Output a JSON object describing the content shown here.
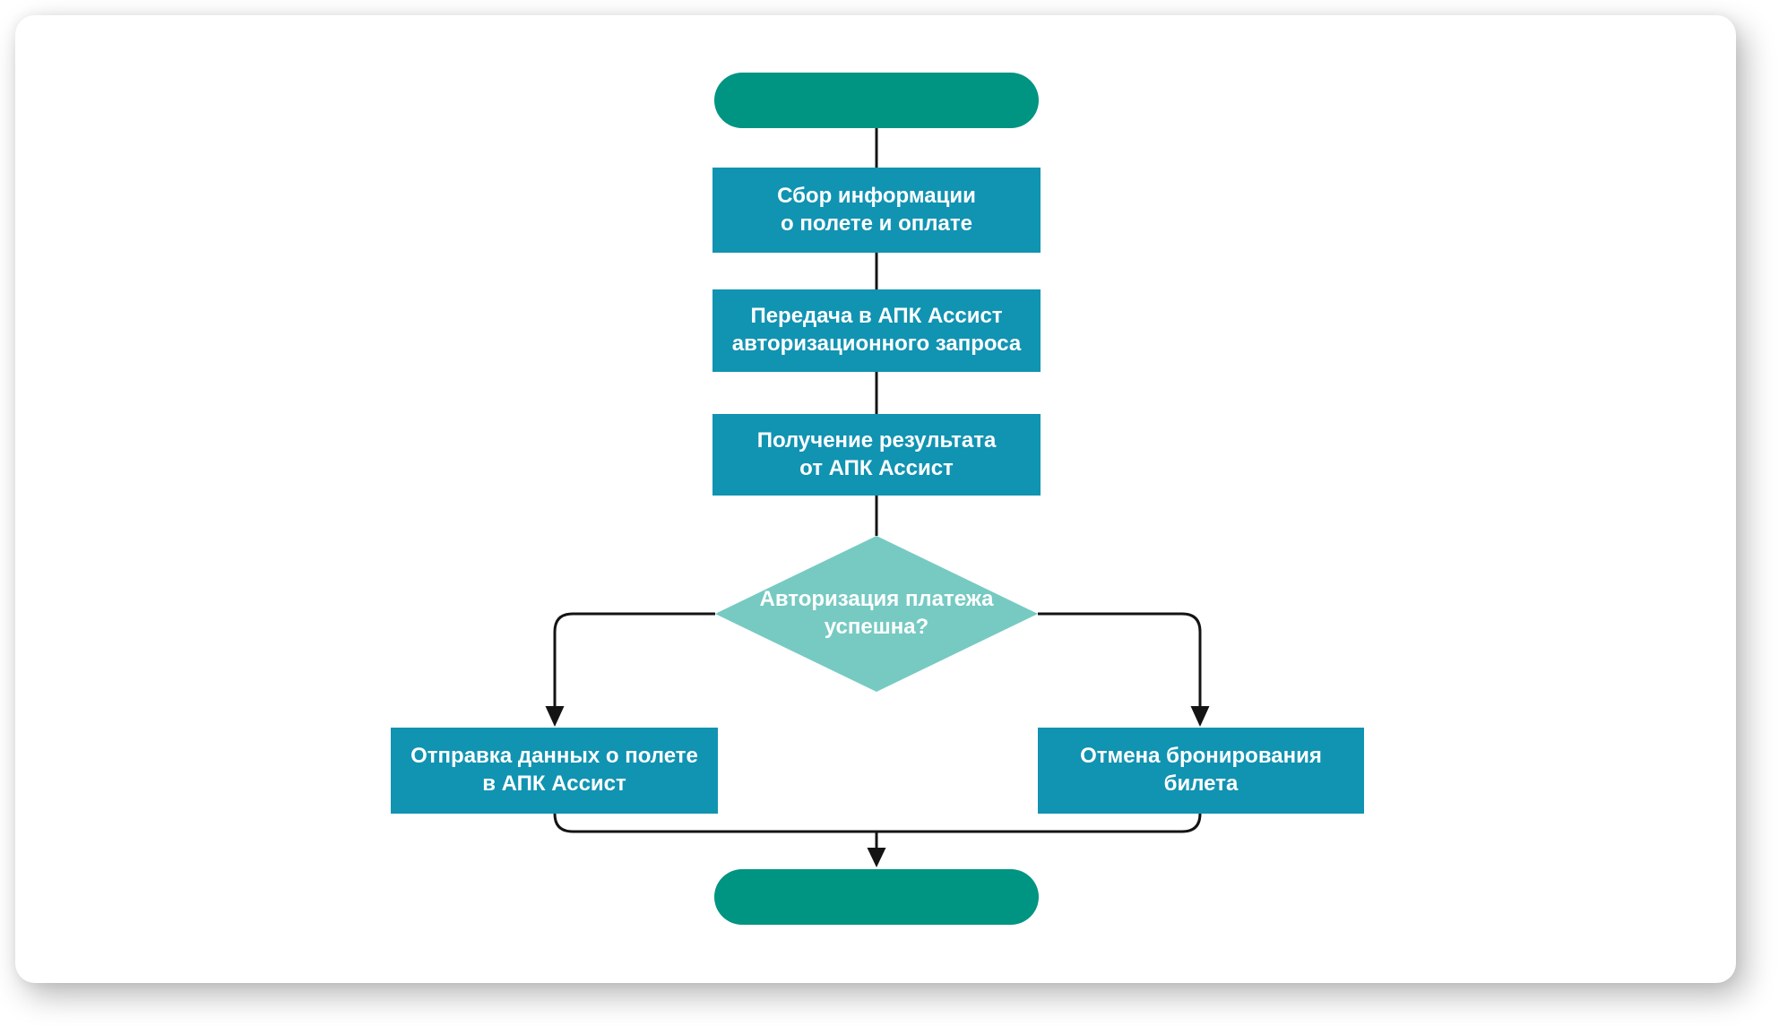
{
  "diagram": {
    "kind": "flowchart",
    "language": "ru",
    "colors": {
      "terminal_fill": "#009482",
      "process_fill": "#1193B2",
      "decision_fill": "#76CAC2",
      "connector": "#141414",
      "label_text": "#ffffff",
      "canvas": "#ffffff"
    },
    "nodes": [
      {
        "id": "start",
        "kind": "terminal",
        "label": ""
      },
      {
        "id": "collect-info",
        "kind": "process",
        "label": "Сбор информации\nо полете и оплате"
      },
      {
        "id": "send-auth-request",
        "kind": "process",
        "label": "Передача в АПК Ассист\nавторизационного запроса"
      },
      {
        "id": "receive-result",
        "kind": "process",
        "label": "Получение результата\nот АПК Ассист"
      },
      {
        "id": "auth-success",
        "kind": "decision",
        "label": "Авторизация платежа\nуспешна?"
      },
      {
        "id": "send-flight-data",
        "kind": "process",
        "label": "Отправка данных о полете\nв АПК Ассист"
      },
      {
        "id": "cancel-booking",
        "kind": "process",
        "label": "Отмена бронирования\nбилета"
      },
      {
        "id": "end",
        "kind": "terminal",
        "label": ""
      }
    ],
    "edges": [
      {
        "from": "start",
        "to": "collect-info",
        "arrow": false
      },
      {
        "from": "collect-info",
        "to": "send-auth-request",
        "arrow": false
      },
      {
        "from": "send-auth-request",
        "to": "receive-result",
        "arrow": false
      },
      {
        "from": "receive-result",
        "to": "auth-success",
        "arrow": false
      },
      {
        "from": "auth-success",
        "to": "send-flight-data",
        "arrow": true
      },
      {
        "from": "auth-success",
        "to": "cancel-booking",
        "arrow": true
      },
      {
        "from": "send-flight-data",
        "to": "end",
        "arrow": true
      },
      {
        "from": "cancel-booking",
        "to": "end",
        "arrow": true
      }
    ]
  }
}
